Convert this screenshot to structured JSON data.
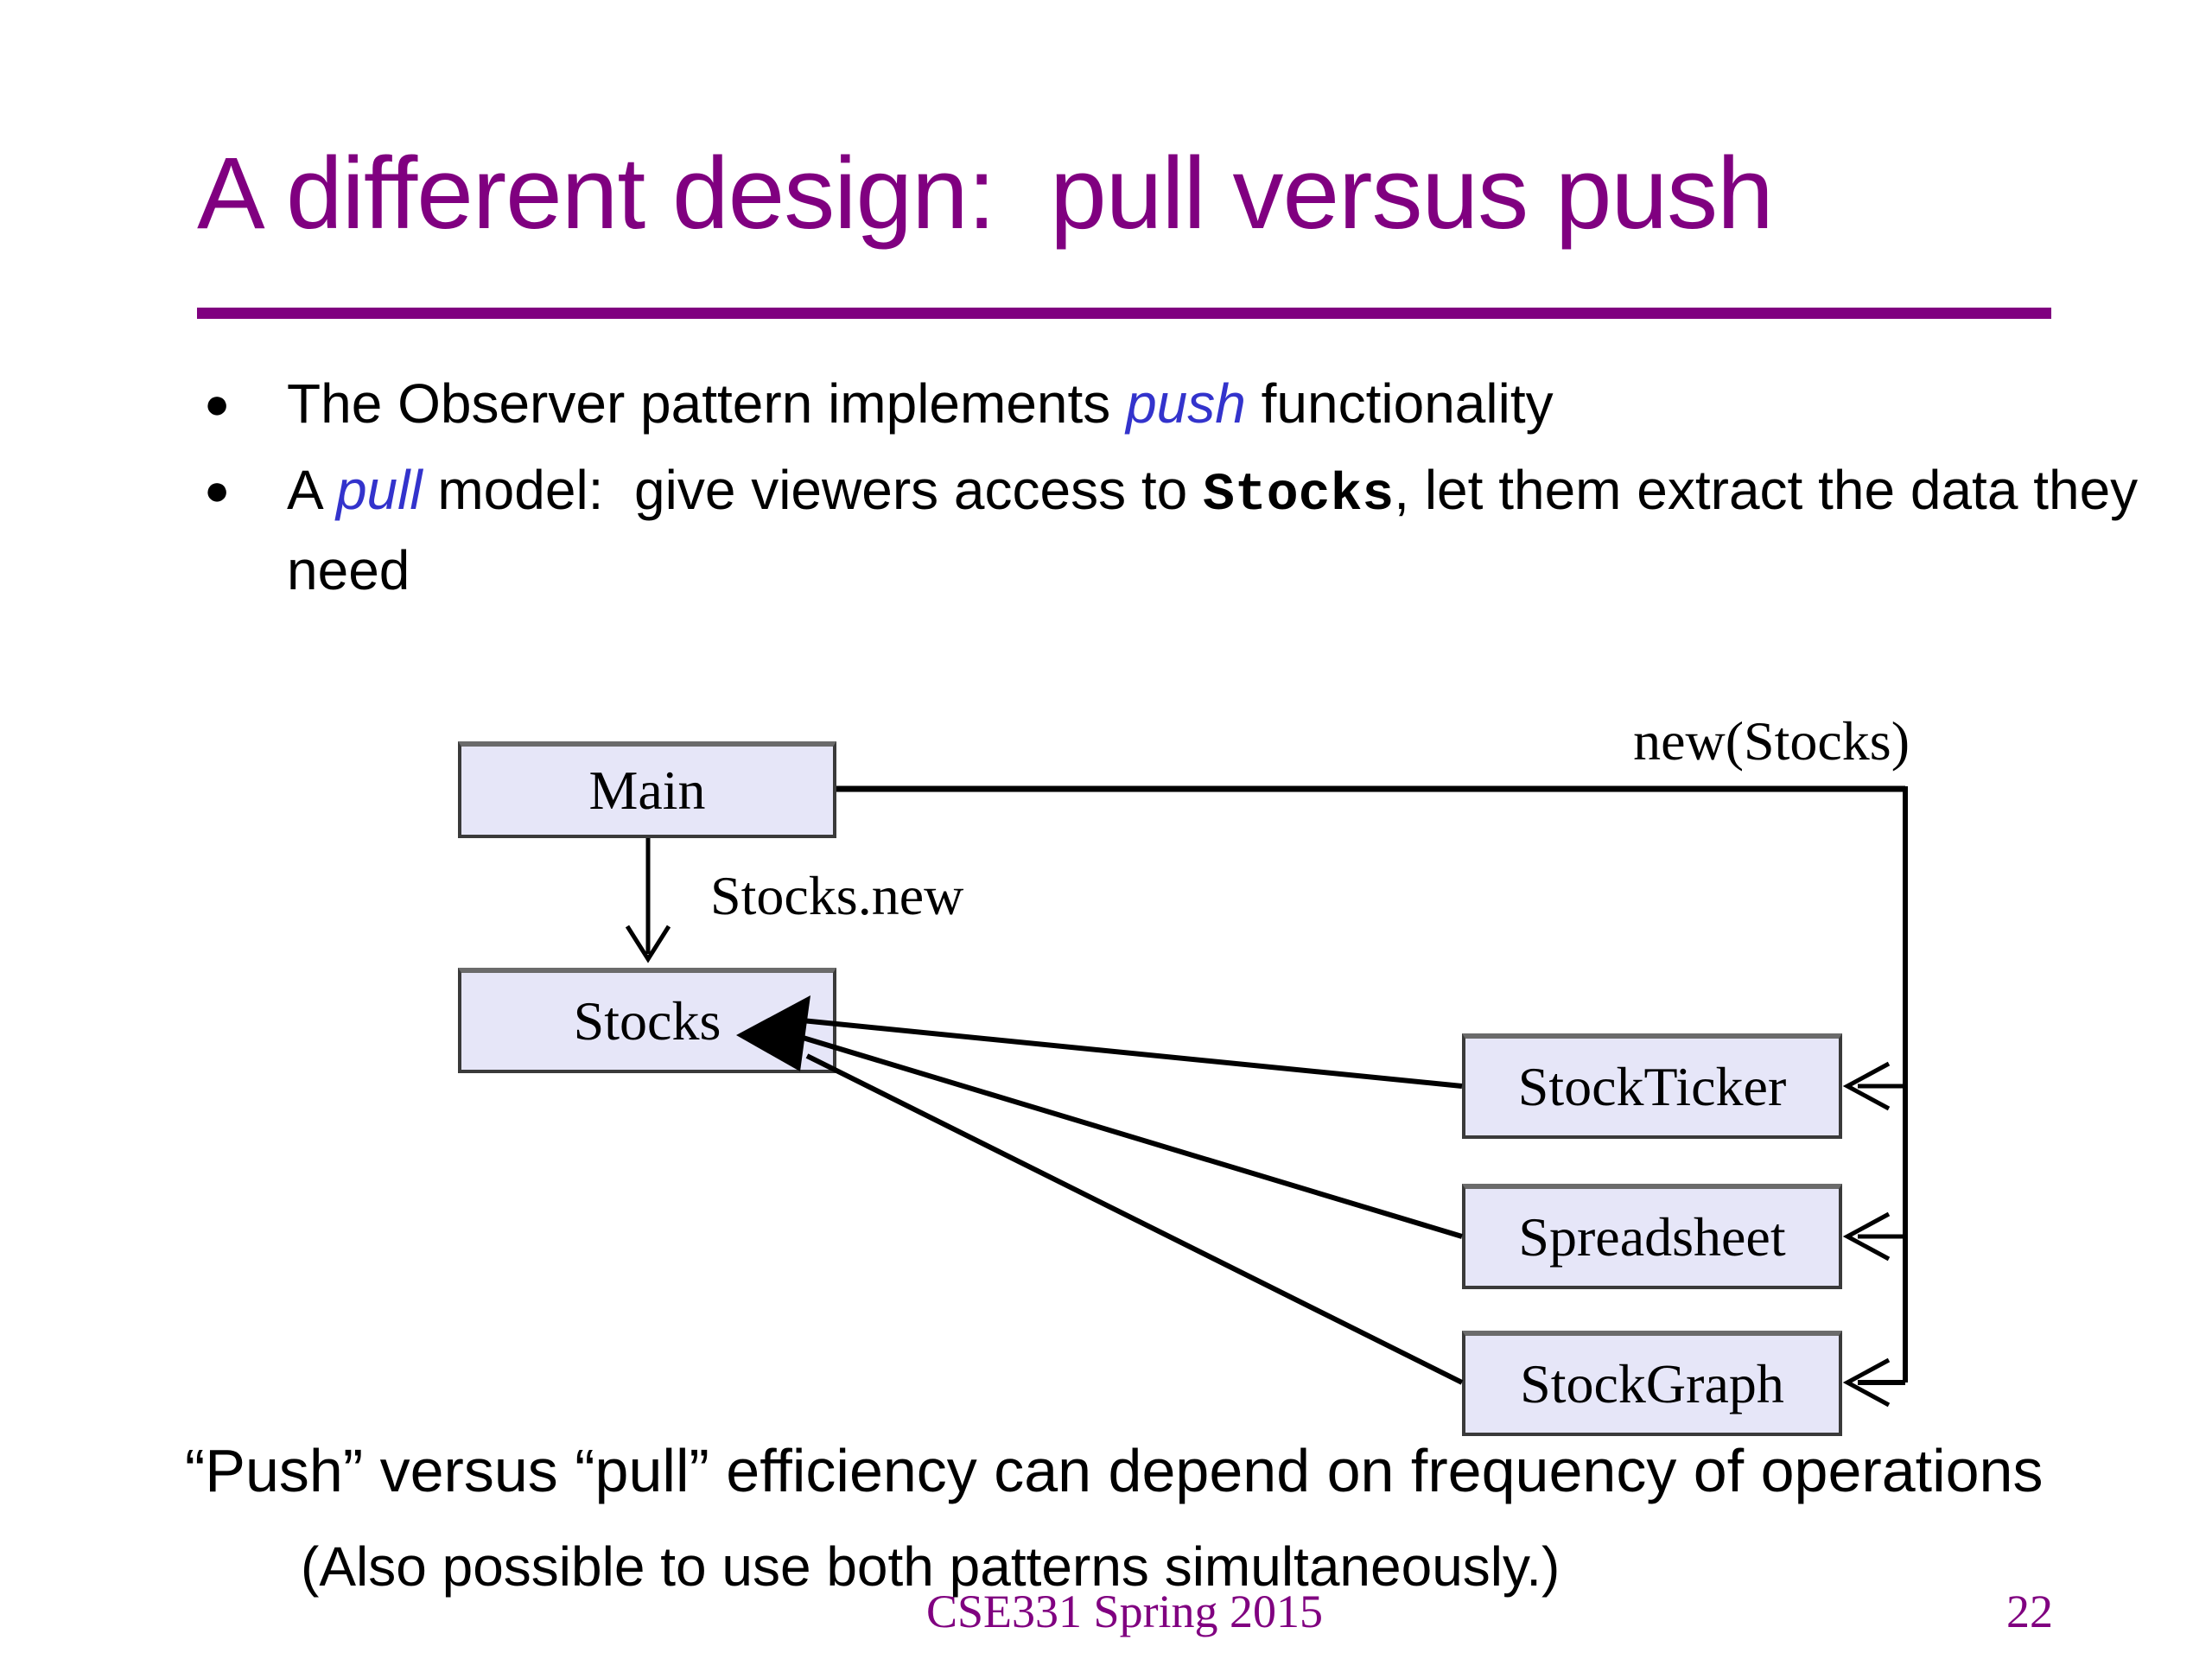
{
  "slide": {
    "title": "A different design:  pull versus push",
    "bullets": [
      {
        "segments": [
          {
            "text": "The Observer pattern implements ",
            "style": "normal"
          },
          {
            "text": "push",
            "style": "em"
          },
          {
            "text": " functionality",
            "style": "normal"
          }
        ]
      },
      {
        "segments": [
          {
            "text": "A ",
            "style": "normal"
          },
          {
            "text": "pull",
            "style": "em"
          },
          {
            "text": " model:  give viewers access to ",
            "style": "normal"
          },
          {
            "text": "Stocks",
            "style": "code"
          },
          {
            "text": ", let them extract the data they need",
            "style": "normal"
          }
        ]
      }
    ]
  },
  "diagram": {
    "boxes": [
      {
        "id": "main",
        "label": "Main"
      },
      {
        "id": "stocks",
        "label": "Stocks"
      },
      {
        "id": "stockticker",
        "label": "StockTicker"
      },
      {
        "id": "spreadsheet",
        "label": "Spreadsheet"
      },
      {
        "id": "stockgraph",
        "label": "StockGraph"
      }
    ],
    "edge_labels": {
      "new_stocks": "new(Stocks)",
      "stocks_new": "Stocks.new"
    }
  },
  "notes": {
    "line1": "“Push” versus “pull” efficiency can depend on frequency of operations",
    "line2": "(Also possible to use both patterns simultaneously.)"
  },
  "footer": {
    "course": "CSE331 Spring 2015",
    "page": "22"
  },
  "colors": {
    "accent_purple": "#800080",
    "emphasis_blue": "#3333cc",
    "box_fill": "#e6e6f8",
    "box_border": "#3a3a3a",
    "line_black": "#000000"
  }
}
